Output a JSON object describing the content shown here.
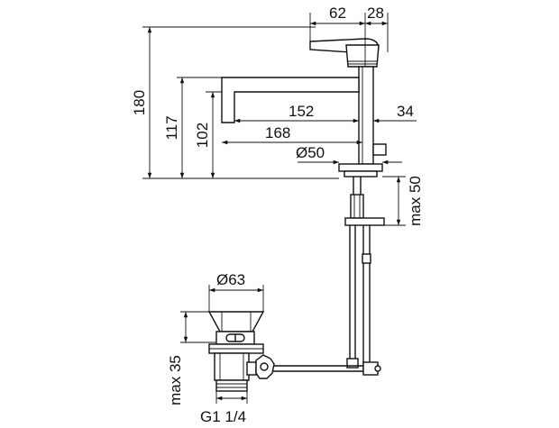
{
  "dimensions": {
    "d62": "62",
    "d28": "28",
    "d180": "180",
    "d117": "117",
    "d102": "102",
    "d152": "152",
    "d34": "34",
    "d168": "168",
    "d_phi50": "Ø50",
    "d_max50": "max 50",
    "d_phi63": "Ø63",
    "d_max35": "max 35",
    "d_g114": "G1 1/4"
  }
}
